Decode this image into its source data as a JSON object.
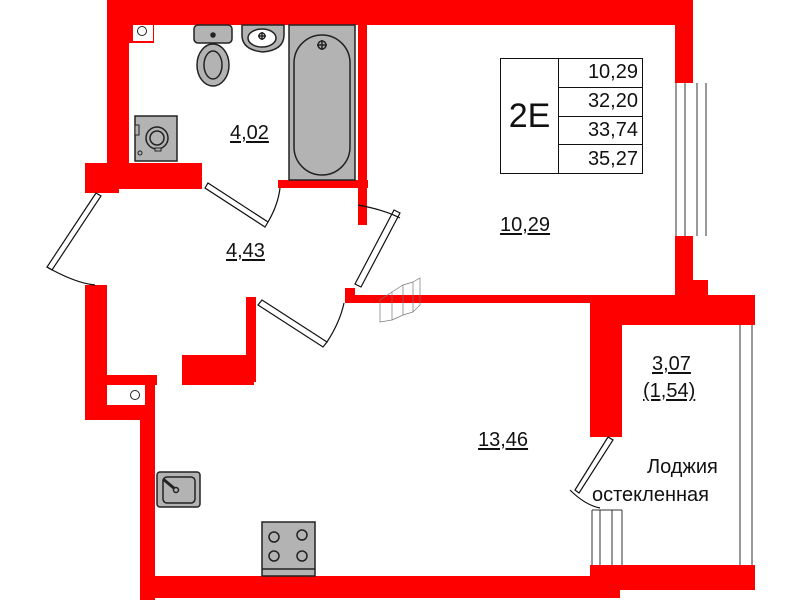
{
  "plan": {
    "apartment_code": "2E",
    "summary_values": [
      "10,29",
      "32,20",
      "33,74",
      "35,27"
    ],
    "colors": {
      "wall": "#ff0000",
      "fixture_fill": "#b3b3b3",
      "outline": "#222222",
      "background": "#ffffff"
    },
    "rooms": [
      {
        "id": "bathroom",
        "area": "4,02"
      },
      {
        "id": "hallway",
        "area": "4,43"
      },
      {
        "id": "bedroom",
        "area": "10,29"
      },
      {
        "id": "kitchen-living",
        "area": "13,46"
      },
      {
        "id": "loggia",
        "area": "3,07",
        "area_reduced": "(1,54)",
        "name_line1": "Лоджия",
        "name_line2": "остекленная"
      }
    ],
    "fixtures": [
      "toilet",
      "washbasin",
      "bathtub",
      "washing-machine",
      "kitchen-sink",
      "stove",
      "ventilation-shaft",
      "ventilation-shaft"
    ]
  }
}
